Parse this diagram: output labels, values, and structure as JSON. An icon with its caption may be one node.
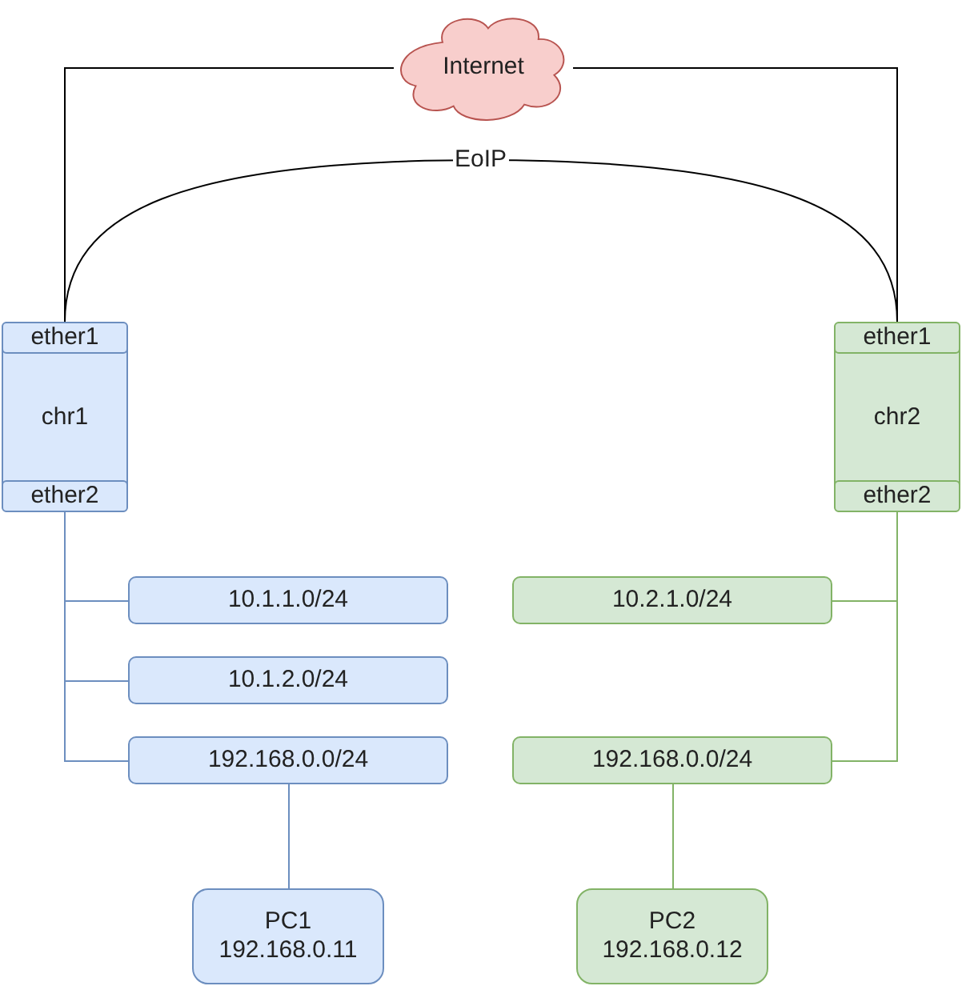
{
  "diagram": {
    "nodes": [
      {
        "text": [
          "Internet"
        ]
      },
      {
        "text": [
          "chr1"
        ]
      },
      {
        "text": [
          "ether1"
        ],
        "in": 1
      },
      {
        "text": [
          "ether2"
        ],
        "in": 1
      },
      {
        "text": [
          "chr2"
        ]
      },
      {
        "text": [
          "ether1"
        ],
        "in": 4
      },
      {
        "text": [
          "ether2"
        ],
        "in": 4
      },
      {
        "text": [
          "10.1.1.0/24"
        ]
      },
      {
        "text": [
          "10.2.1.0/24"
        ]
      },
      {
        "text": [
          "10.1.2.0/24"
        ]
      },
      {
        "text": [
          "192.168.0.0/24"
        ]
      },
      {
        "text": [
          "192.168.0.0/24"
        ]
      },
      {
        "text": [
          "PC1",
          "192.168.0.11"
        ]
      },
      {
        "text": [
          "PC2",
          "192.168.0.12"
        ]
      }
    ],
    "edges": [
      {
        "from": 0,
        "to": 2,
        "arrow": "none",
        "color": "#000000"
      },
      {
        "from": 0,
        "to": 5,
        "arrow": "none",
        "color": "#000000"
      },
      {
        "from": 2,
        "to": 5,
        "arrow": "none",
        "label": "EoIP",
        "color": "#000000"
      },
      {
        "from": 3,
        "to": 7,
        "arrow": "none",
        "color": "#6c8ebf"
      },
      {
        "from": 3,
        "to": 9,
        "arrow": "none",
        "color": "#6c8ebf"
      },
      {
        "from": 3,
        "to": 10,
        "arrow": "none",
        "color": "#6c8ebf"
      },
      {
        "from": 6,
        "to": 8,
        "arrow": "none",
        "color": "#82b366"
      },
      {
        "from": 6,
        "to": 11,
        "arrow": "none",
        "color": "#82b366"
      },
      {
        "from": 10,
        "to": 12,
        "arrow": "none",
        "color": "#6c8ebf"
      },
      {
        "from": 11,
        "to": 13,
        "arrow": "none",
        "color": "#82b366"
      }
    ]
  }
}
